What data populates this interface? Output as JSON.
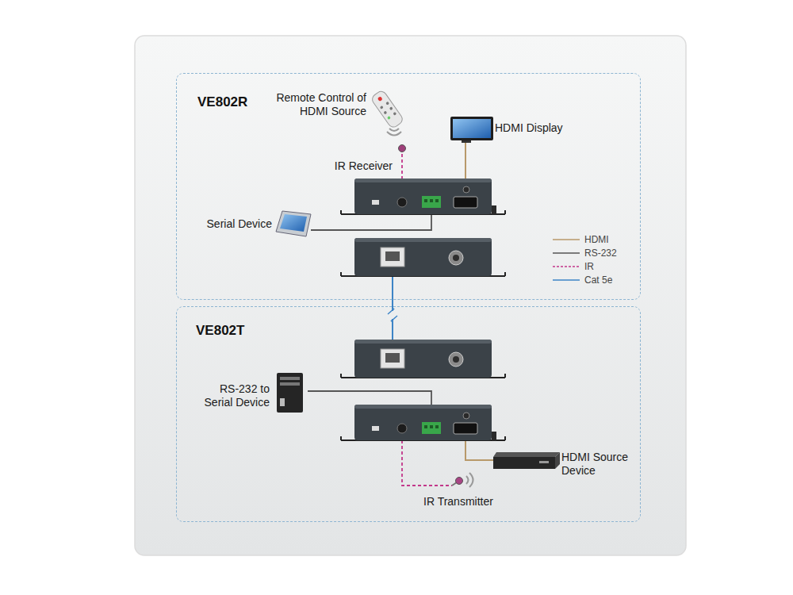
{
  "diagram": {
    "nodes": [
      {
        "text": [
          "VE802R"
        ]
      },
      {
        "text": [
          "VE802T"
        ]
      }
    ],
    "edges": [
      {
        "from": 0,
        "to": 1,
        "arrow": "none"
      }
    ],
    "labels": [
      "Remote Control of HDMI Source",
      "HDMI Display",
      "IR Receiver",
      "Serial Device",
      "RS-232 to Serial Device",
      "HDMI Source Device",
      "IR Transmitter"
    ],
    "legend": [
      {
        "text": "HDMI"
      },
      {
        "text": "RS-232"
      },
      {
        "text": "IR"
      },
      {
        "text": "Cat 5e"
      }
    ]
  }
}
